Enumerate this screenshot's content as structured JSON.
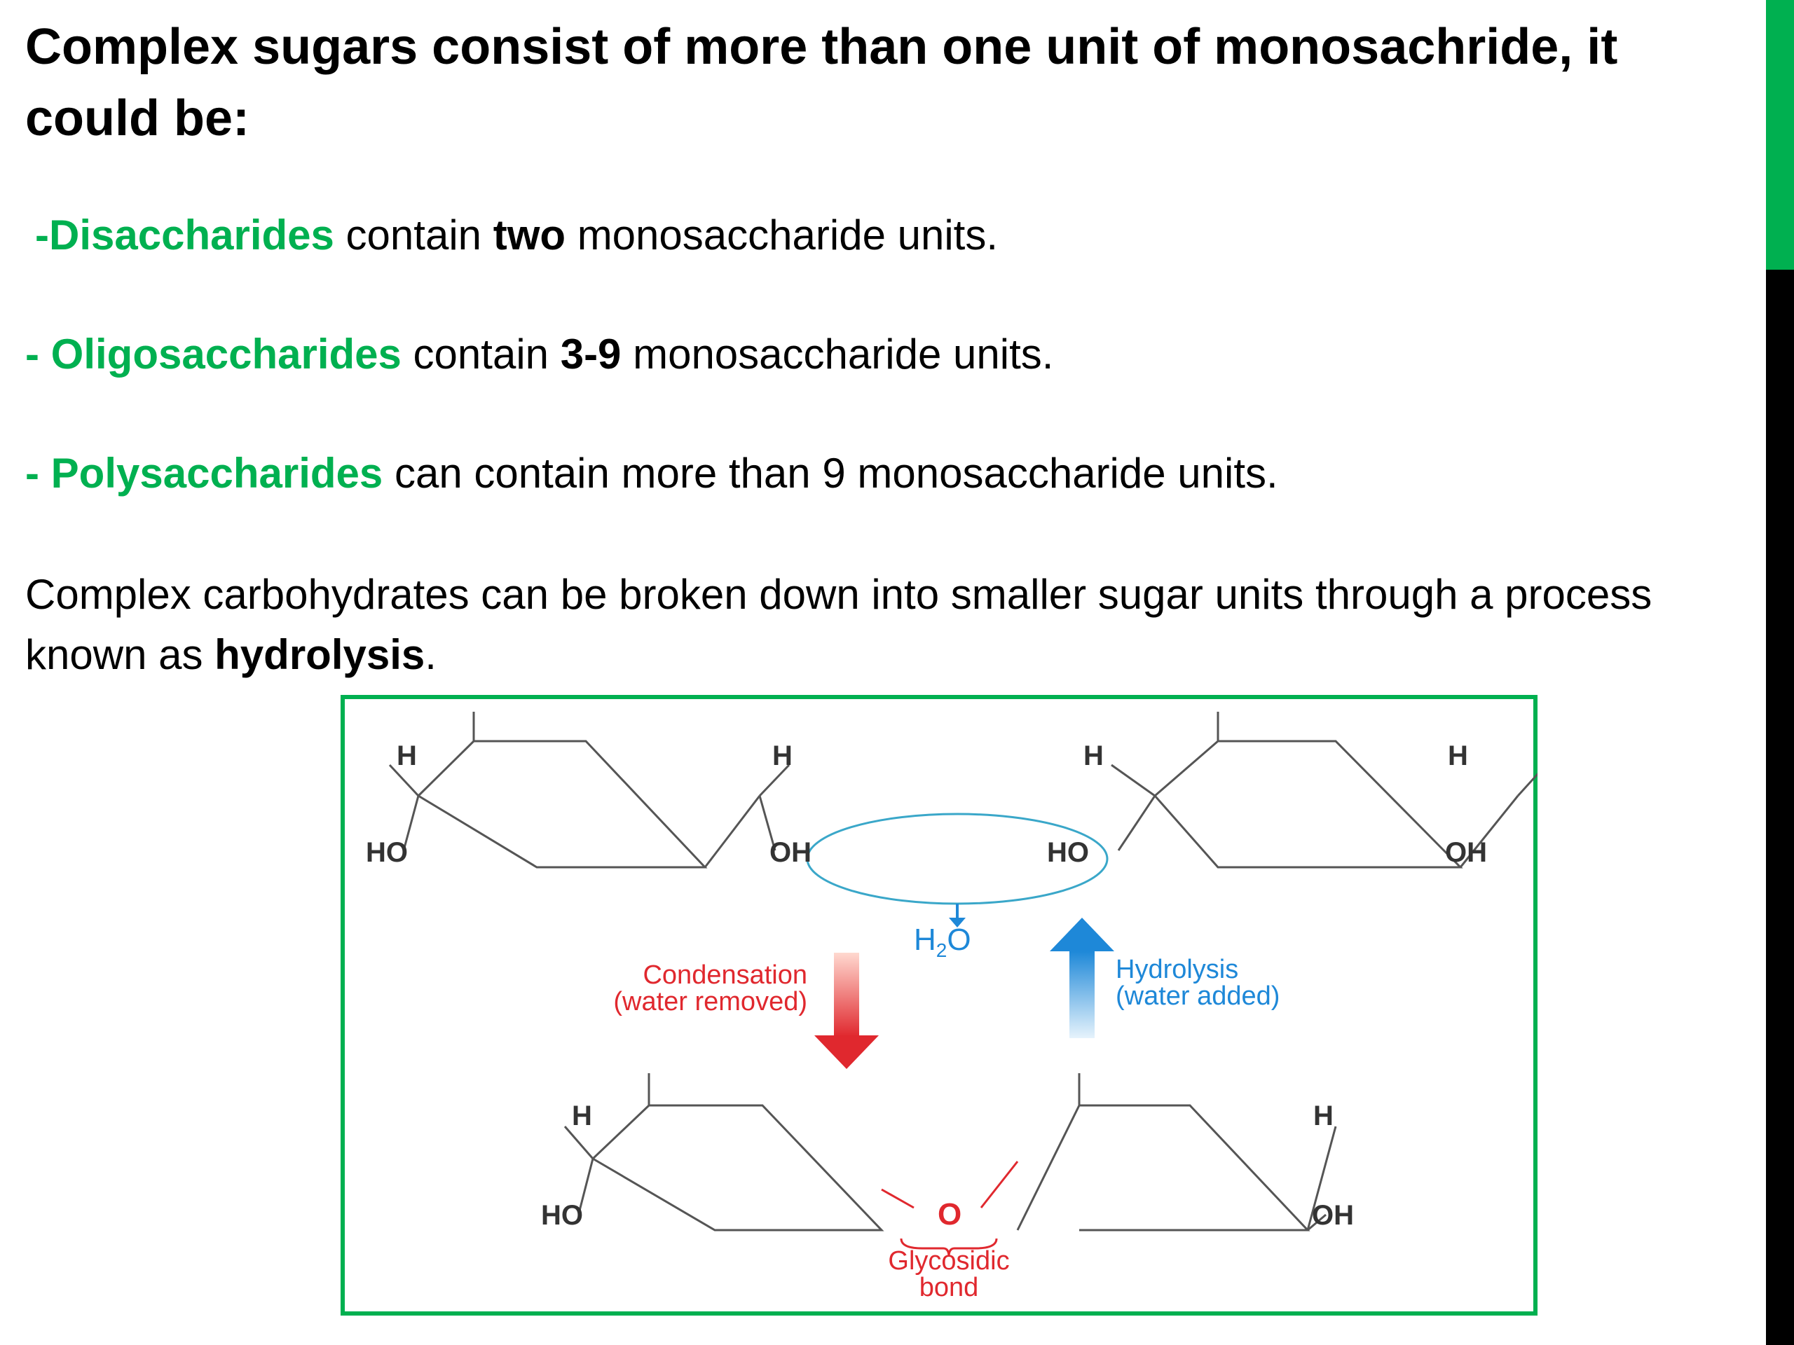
{
  "slide": {
    "heading": "Complex sugars consist of more than one unit of monosachride, it could be:",
    "bullets": [
      {
        "prefix": "-",
        "term": "Disaccharides",
        "middle": " contain ",
        "emph": "two",
        "suffix": " monosaccharide units."
      },
      {
        "prefix": "- ",
        "term": "Oligosaccharides",
        "middle": " contain ",
        "emph": "3-9",
        "suffix": " monosaccharide units."
      },
      {
        "prefix": "- ",
        "term": "Polysaccharides",
        "middle": " can contain more than 9 monosaccharide units.",
        "emph": "",
        "suffix": ""
      }
    ],
    "paragraph": {
      "before": "Complex carbohydrates can be broken down into smaller sugar units through a process known as ",
      "emph": "hydrolysis",
      "after": "."
    }
  },
  "diagram": {
    "top_labels": {
      "h1": "H",
      "ho1": "HO",
      "h2": "H",
      "oh1": "OH",
      "h3": "H",
      "ho2": "HO",
      "h4": "H",
      "oh2": "OH"
    },
    "water": {
      "h": "H",
      "sub": "2",
      "o": "O"
    },
    "condensation": {
      "line1": "Condensation",
      "line2": "(water removed)"
    },
    "hydrolysis": {
      "line1": "Hydrolysis",
      "line2": "(water added)"
    },
    "bottom_labels": {
      "h1": "H",
      "ho": "HO",
      "o": "O",
      "h2": "H",
      "oh": "OH"
    },
    "glycosidic": {
      "line1": "Glycosidic",
      "line2": "bond"
    }
  },
  "colors": {
    "accent_green": "#00b050",
    "condensation_red": "#e0282e",
    "hydrolysis_blue": "#1e88d8",
    "ring_gray": "#555555"
  }
}
